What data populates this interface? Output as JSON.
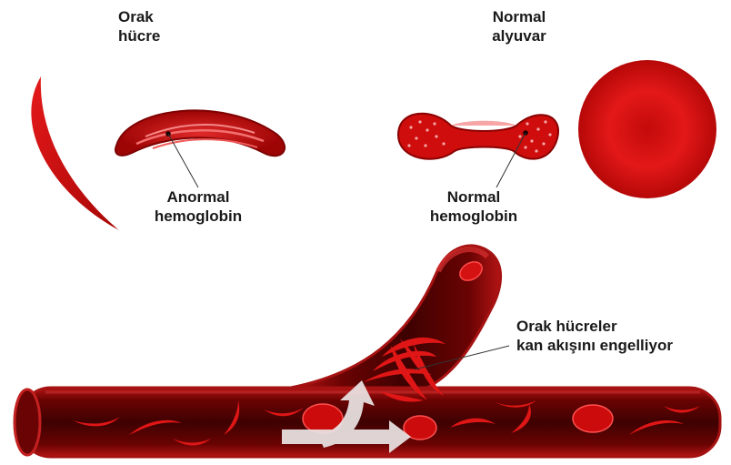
{
  "labels": {
    "sickle_cell": [
      "Orak",
      "hücre"
    ],
    "normal_rbc": [
      "Normal",
      "alyuvar"
    ],
    "abnormal_hemoglobin": [
      "Anormal",
      "hemoglobin"
    ],
    "normal_hemoglobin": [
      "Normal",
      "hemoglobin"
    ],
    "blockage": [
      "Orak hücreler",
      "kan akışını engelliyor"
    ]
  },
  "colors": {
    "cell_red": "#d40f0f",
    "cell_dark": "#8e0303",
    "vessel_dark": "#5a0202",
    "vessel_wall": "#b01818",
    "arrow": "#e8e2e2"
  }
}
